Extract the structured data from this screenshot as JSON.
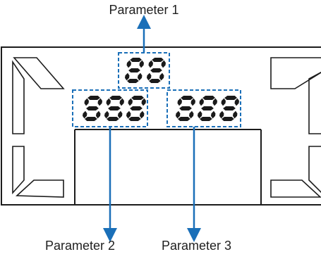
{
  "diagram": {
    "callouts": {
      "parameter_1": "Parameter 1",
      "parameter_2": "Parameter 2",
      "parameter_3": "Parameter 3"
    },
    "displays": {
      "parameter_1": "88",
      "parameter_2": "888",
      "parameter_3": "888"
    },
    "colors": {
      "outline": "#1c1c1c",
      "segment_fill": "#1a1a1a",
      "callout_accent": "#1a6fb8"
    }
  }
}
